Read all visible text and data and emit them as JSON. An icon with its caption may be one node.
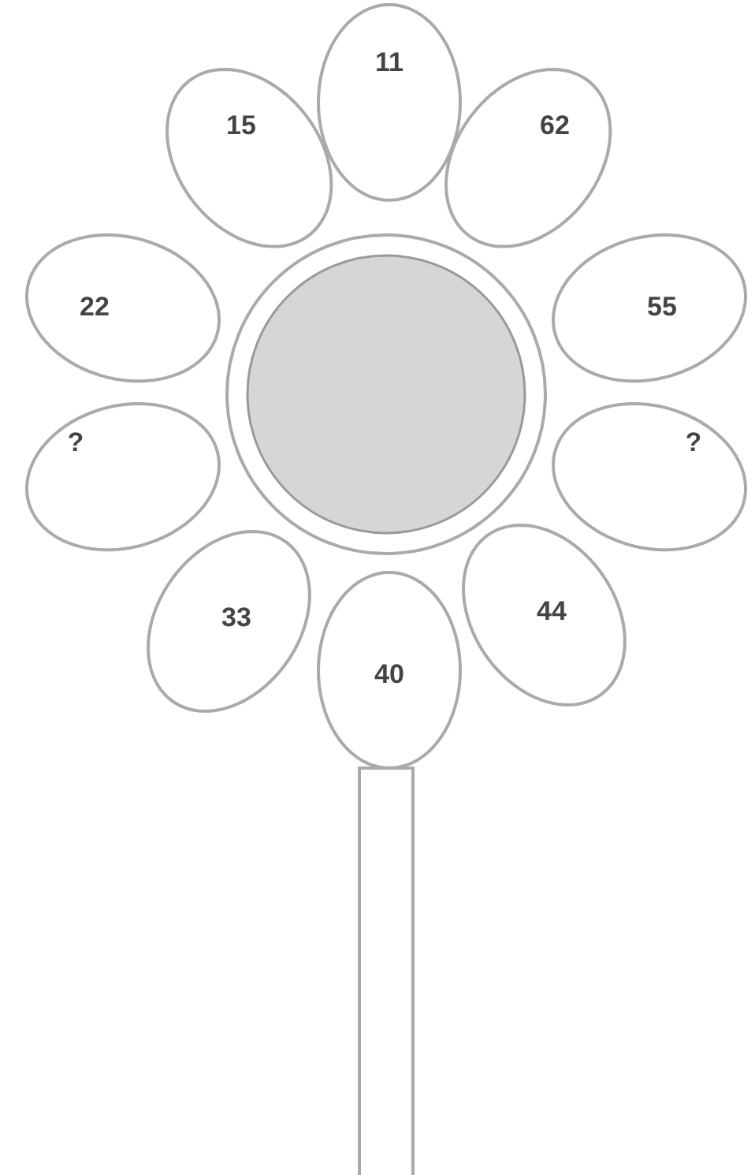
{
  "diagram": {
    "nodes": [
      {
        "text": [
          "11"
        ]
      },
      {
        "text": [
          "15"
        ]
      },
      {
        "text": [
          "62"
        ]
      },
      {
        "text": [
          "22"
        ]
      },
      {
        "text": [
          "55"
        ]
      },
      {
        "text": [
          "?"
        ]
      },
      {
        "text": [
          "?"
        ]
      },
      {
        "text": [
          "33"
        ]
      },
      {
        "text": [
          "44"
        ]
      },
      {
        "text": [
          "40"
        ]
      },
      {
        "text": [],
        "shape": "circle"
      },
      {
        "text": [],
        "shape": "bar"
      }
    ]
  }
}
